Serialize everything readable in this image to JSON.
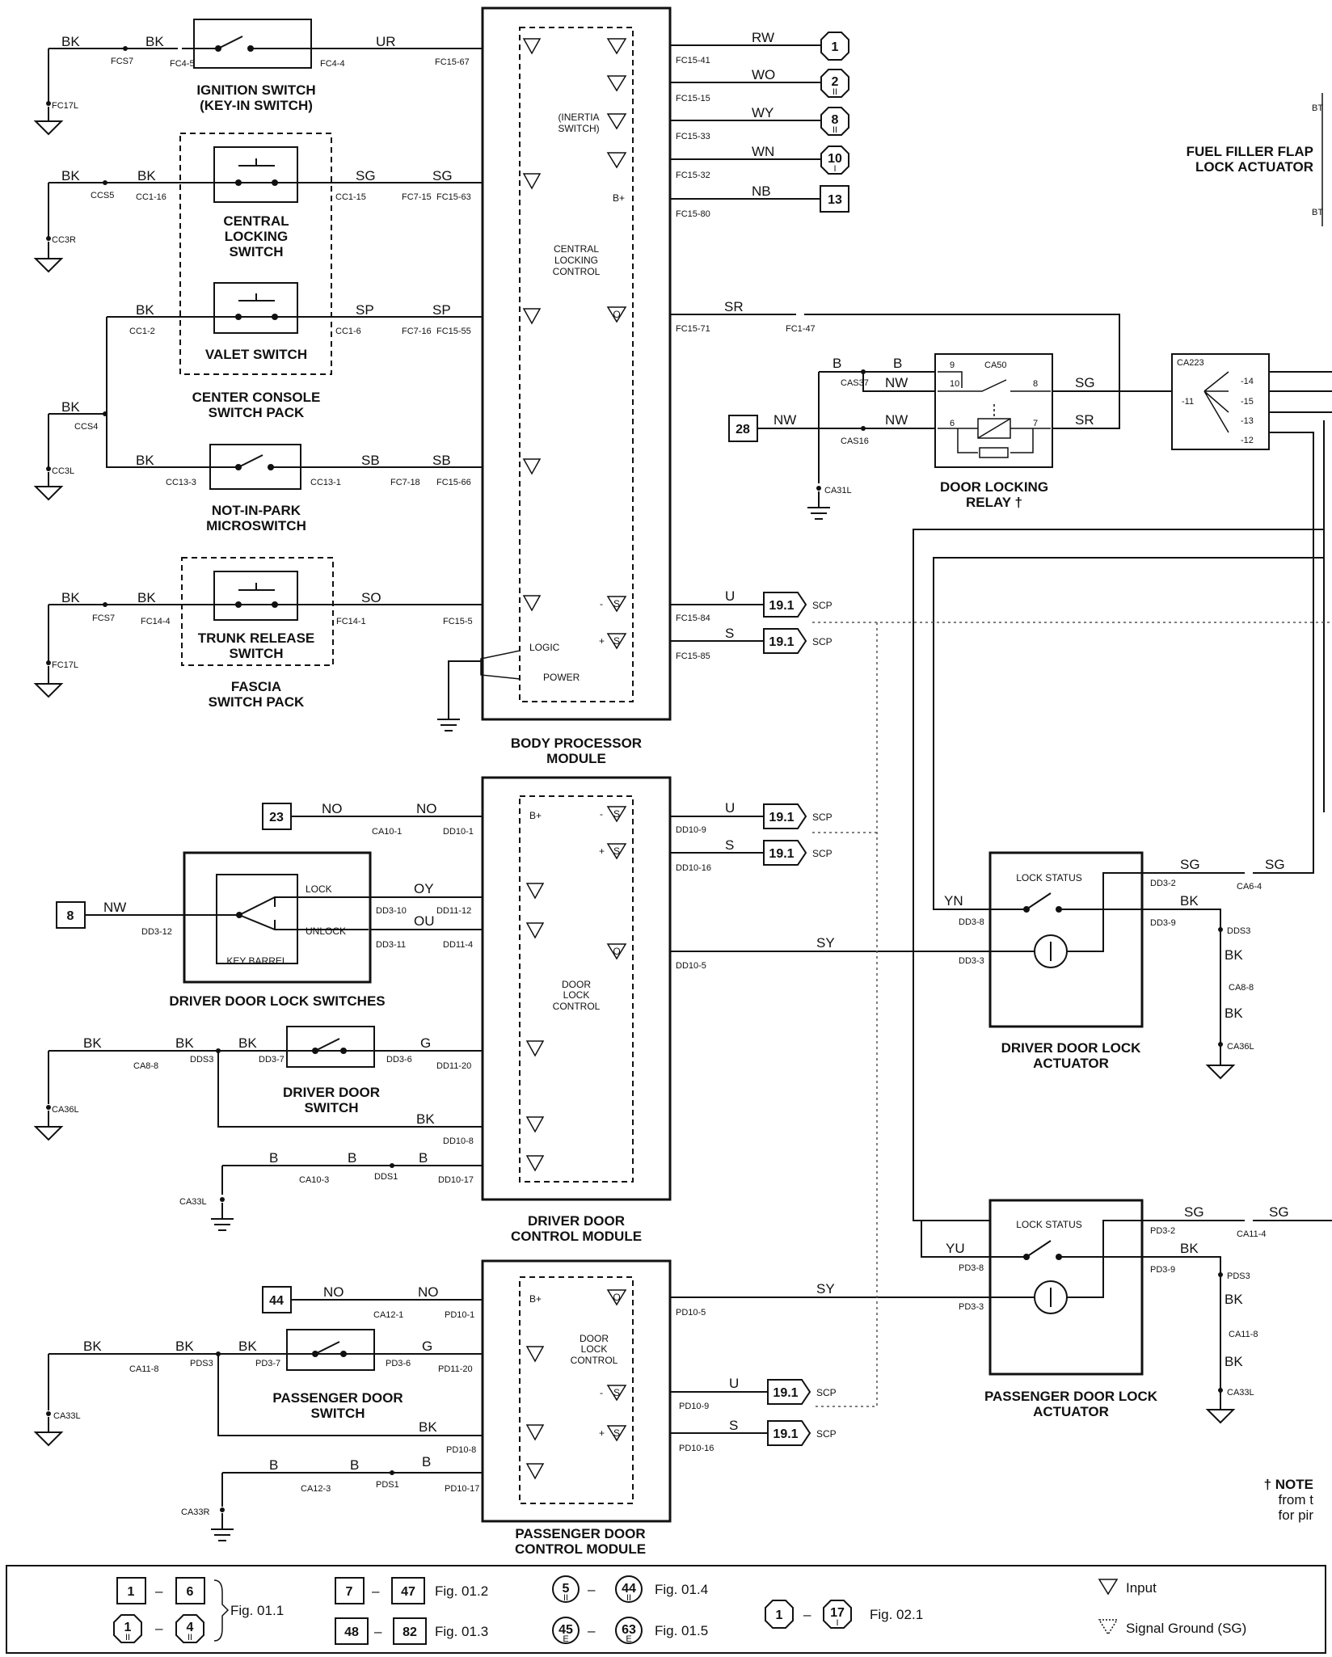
{
  "titles": {
    "ignition_switch": [
      "IGNITION SWITCH",
      "(KEY-IN SWITCH)"
    ],
    "central_locking_switch": [
      "CENTRAL",
      "LOCKING",
      "SWITCH"
    ],
    "valet_switch": "VALET SWITCH",
    "center_console": [
      "CENTER CONSOLE",
      "SWITCH PACK"
    ],
    "not_in_park": [
      "NOT-IN-PARK",
      "MICROSWITCH"
    ],
    "trunk_release": [
      "TRUNK RELEASE",
      "SWITCH"
    ],
    "fascia": [
      "FASCIA",
      "SWITCH PACK"
    ],
    "bpm": [
      "BODY PROCESSOR",
      "MODULE"
    ],
    "central_locking_control": [
      "CENTRAL",
      "LOCKING",
      "CONTROL"
    ],
    "inertia": [
      "(INERTIA",
      "SWITCH)"
    ],
    "fuel_filler": [
      "FUEL FILLER FLAP",
      "LOCK ACTUATOR"
    ],
    "door_locking_relay": [
      "DOOR LOCKING",
      "RELAY †"
    ],
    "driver_door_lock_switches": "DRIVER DOOR LOCK SWITCHES",
    "key_barrel": "KEY BARREL",
    "lock": "LOCK",
    "unlock": "UNLOCK",
    "driver_door_switch": [
      "DRIVER DOOR",
      "SWITCH"
    ],
    "door_lock_control": [
      "DOOR",
      "LOCK",
      "CONTROL"
    ],
    "ddcm": [
      "DRIVER DOOR",
      "CONTROL MODULE"
    ],
    "driver_actuator": [
      "DRIVER DOOR LOCK",
      "ACTUATOR"
    ],
    "lock_status": "LOCK STATUS",
    "passenger_door_switch": [
      "PASSENGER DOOR",
      "SWITCH"
    ],
    "pdcm": [
      "PASSENGER DOOR",
      "CONTROL MODULE"
    ],
    "passenger_actuator": [
      "PASSENGER DOOR LOCK",
      "ACTUATOR"
    ],
    "logic": "LOGIC",
    "power": "POWER",
    "bplus": "B+",
    "note": [
      "† NOTE",
      "from t",
      "for pir"
    ],
    "bt": "BT"
  },
  "wires": {
    "BK": "BK",
    "UR": "UR",
    "SG": "SG",
    "SP": "SP",
    "SB": "SB",
    "SO": "SO",
    "RW": "RW",
    "WO": "WO",
    "WY": "WY",
    "WN": "WN",
    "NB": "NB",
    "SR": "SR",
    "B": "B",
    "NW": "NW",
    "U": "U",
    "S": "S",
    "NO": "NO",
    "OY": "OY",
    "OU": "OU",
    "G": "G",
    "SY": "SY",
    "YN": "YN",
    "YU": "YU",
    "SCP": "SCP"
  },
  "connectors": {
    "FCS7": "FCS7",
    "FC4_5": "FC4-5",
    "FC4_4": "FC4-4",
    "FC15_67": "FC15-67",
    "FC17L": "FC17L",
    "CCS5": "CCS5",
    "CC1_16": "CC1-16",
    "CC1_15": "CC1-15",
    "FC7_15": "FC7-15",
    "FC15_63": "FC15-63",
    "CC3R": "CC3R",
    "CC1_2": "CC1-2",
    "CC1_6": "CC1-6",
    "FC7_16": "FC7-16",
    "FC15_55": "FC15-55",
    "CCS4": "CCS4",
    "CC3L": "CC3L",
    "CC13_3": "CC13-3",
    "CC13_1": "CC13-1",
    "FC7_18": "FC7-18",
    "FC15_66": "FC15-66",
    "FC14_4": "FC14-4",
    "FC14_1": "FC14-1",
    "FC15_5": "FC15-5",
    "FC15_41": "FC15-41",
    "FC15_15": "FC15-15",
    "FC15_33": "FC15-33",
    "FC15_32": "FC15-32",
    "FC15_80": "FC15-80",
    "FC15_71": "FC15-71",
    "FC1_47": "FC1-47",
    "FC15_84": "FC15-84",
    "FC15_85": "FC15-85",
    "CAS37": "CAS37",
    "CA50": "CA50",
    "CAS16": "CAS16",
    "CA31L": "CA31L",
    "CA223": "CA223",
    "p11": "-11",
    "p14": "-14",
    "p15": "-15",
    "p13": "-13",
    "p12": "-12",
    "p9": "9",
    "p10": "10",
    "p8": "8",
    "p6": "6",
    "p7": "7",
    "CA10_1": "CA10-1",
    "DD10_1": "DD10-1",
    "DD10_9": "DD10-9",
    "DD10_16": "DD10-16",
    "DD3_12": "DD3-12",
    "DD3_10": "DD3-10",
    "DD11_12": "DD11-12",
    "DD3_11": "DD3-11",
    "DD11_4": "DD11-4",
    "DD10_5": "DD10-5",
    "CA8_8": "CA8-8",
    "DDS3": "DDS3",
    "DD3_7": "DD3-7",
    "DD3_6": "DD3-6",
    "DD11_20": "DD11-20",
    "CA36L": "CA36L",
    "DD10_8": "DD10-8",
    "CA10_3": "CA10-3",
    "DDS1": "DDS1",
    "DD10_17": "DD10-17",
    "CA33L": "CA33L",
    "DD3_2": "DD3-2",
    "CA6_4": "CA6-4",
    "DD3_8": "DD3-8",
    "DD3_9": "DD3-9",
    "DD3_3": "DD3-3",
    "CA12_1": "CA12-1",
    "PD10_1": "PD10-1",
    "PD10_5": "PD10-5",
    "CA11_8": "CA11-8",
    "PDS3": "PDS3",
    "PD3_7": "PD3-7",
    "PD3_6": "PD3-6",
    "PD11_20": "PD11-20",
    "PD10_9": "PD10-9",
    "PD10_16": "PD10-16",
    "PD10_8": "PD10-8",
    "CA12_3": "CA12-3",
    "PDS1": "PDS1",
    "PD10_17": "PD10-17",
    "CA33R": "CA33R",
    "PD3_2": "PD3-2",
    "CA11_4": "CA11-4",
    "PD3_8": "PD3-8",
    "PD3_9": "PD3-9",
    "PD3_3": "PD3-3"
  },
  "refs": {
    "r1": "1",
    "r2": "2",
    "r8": "8",
    "r10": "10",
    "r13": "13",
    "r28": "28",
    "r19": "19.1",
    "r23": "23",
    "r8sq": "8",
    "r44": "44",
    "sub_ii": "II",
    "sub_i": "I"
  },
  "symbols": {
    "S": "S",
    "O": "O",
    "minus": "-",
    "plus": "+"
  },
  "legend": {
    "g1": {
      "a": "1",
      "b": "6",
      "c": "1",
      "d": "4",
      "sub": "II",
      "fig": "Fig. 01.1"
    },
    "g2": {
      "a": "7",
      "b": "47",
      "fig": "Fig. 01.2"
    },
    "g3": {
      "a": "48",
      "b": "82",
      "fig": "Fig. 01.3"
    },
    "g4": {
      "a": "5",
      "b": "44",
      "sub": "II",
      "fig": "Fig. 01.4"
    },
    "g5": {
      "a": "45",
      "b": "63",
      "sub": "E",
      "fig": "Fig. 01.5"
    },
    "g6": {
      "a": "1",
      "b": "17",
      "sub": "I",
      "fig": "Fig. 02.1"
    },
    "dash": "–",
    "input": "Input",
    "signal_ground": "Signal Ground (SG)"
  }
}
